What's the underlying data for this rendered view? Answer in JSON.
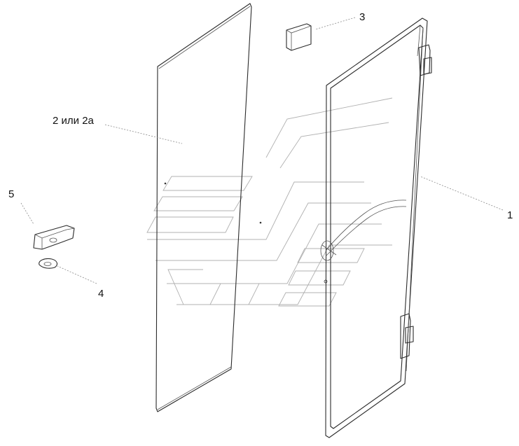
{
  "callouts": {
    "part_1": "1",
    "part_2": "2 или 2а",
    "part_3": "3",
    "part_4": "4",
    "part_5": "5"
  },
  "colors": {
    "line": "#2b2b2b",
    "leader": "#8a8a8a",
    "watermark": "#b0b0b0",
    "background": "#ffffff"
  }
}
